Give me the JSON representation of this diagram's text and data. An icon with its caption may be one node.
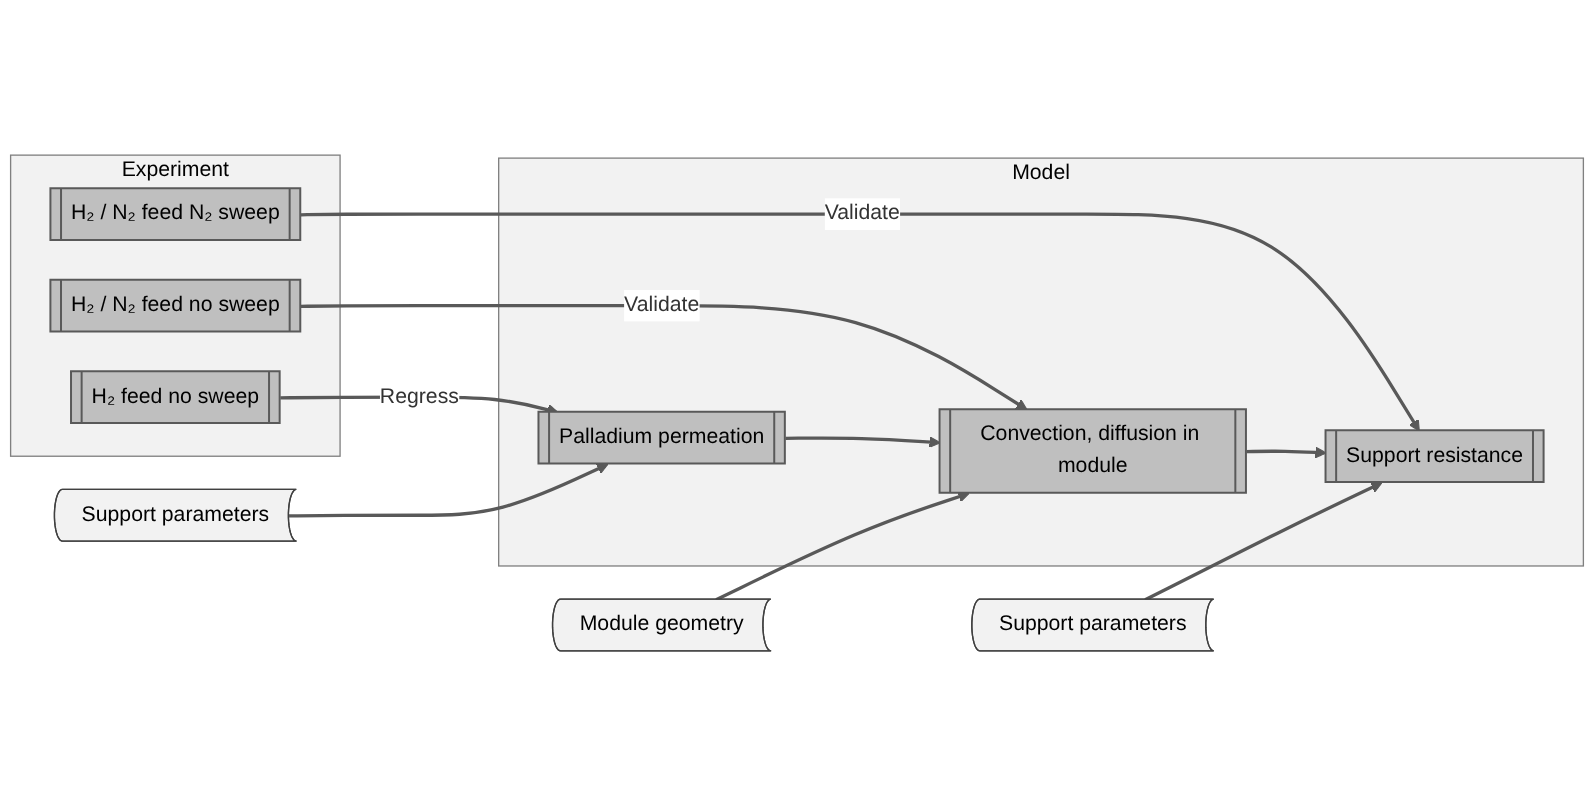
{
  "diagram": {
    "nodes": [
      {
        "text": [
          "Experiment"
        ]
      },
      {
        "text": [
          "H₂ feed no sweep"
        ],
        "in": 0
      },
      {
        "text": [
          "H₂ / N₂ feed no sweep"
        ],
        "in": 0
      },
      {
        "text": [
          "H₂ / N₂ feed N₂ sweep"
        ],
        "in": 0
      },
      {
        "text": [
          "Model"
        ]
      },
      {
        "text": [
          "Palladium permeation"
        ],
        "in": 4
      },
      {
        "text": [
          "Convection, diffusion in module"
        ],
        "in": 4
      },
      {
        "text": [
          "Support resistance"
        ],
        "in": 4
      },
      {
        "text": [
          "Support parameters"
        ]
      },
      {
        "text": [
          "Module geometry"
        ]
      },
      {
        "text": [
          "Support parameters"
        ]
      }
    ],
    "edges": [
      {
        "from": 1,
        "to": 5,
        "arrow": "to",
        "label": "Regress"
      },
      {
        "from": 2,
        "to": 6,
        "arrow": "to",
        "label": "Validate"
      },
      {
        "from": 3,
        "to": 7,
        "arrow": "to",
        "label": "Validate"
      },
      {
        "from": 5,
        "to": 6,
        "arrow": "to"
      },
      {
        "from": 6,
        "to": 7,
        "arrow": "to"
      },
      {
        "from": 8,
        "to": 5,
        "arrow": "to"
      },
      {
        "from": 9,
        "to": 6,
        "arrow": "to"
      },
      {
        "from": 10,
        "to": 7,
        "arrow": "to"
      }
    ]
  }
}
